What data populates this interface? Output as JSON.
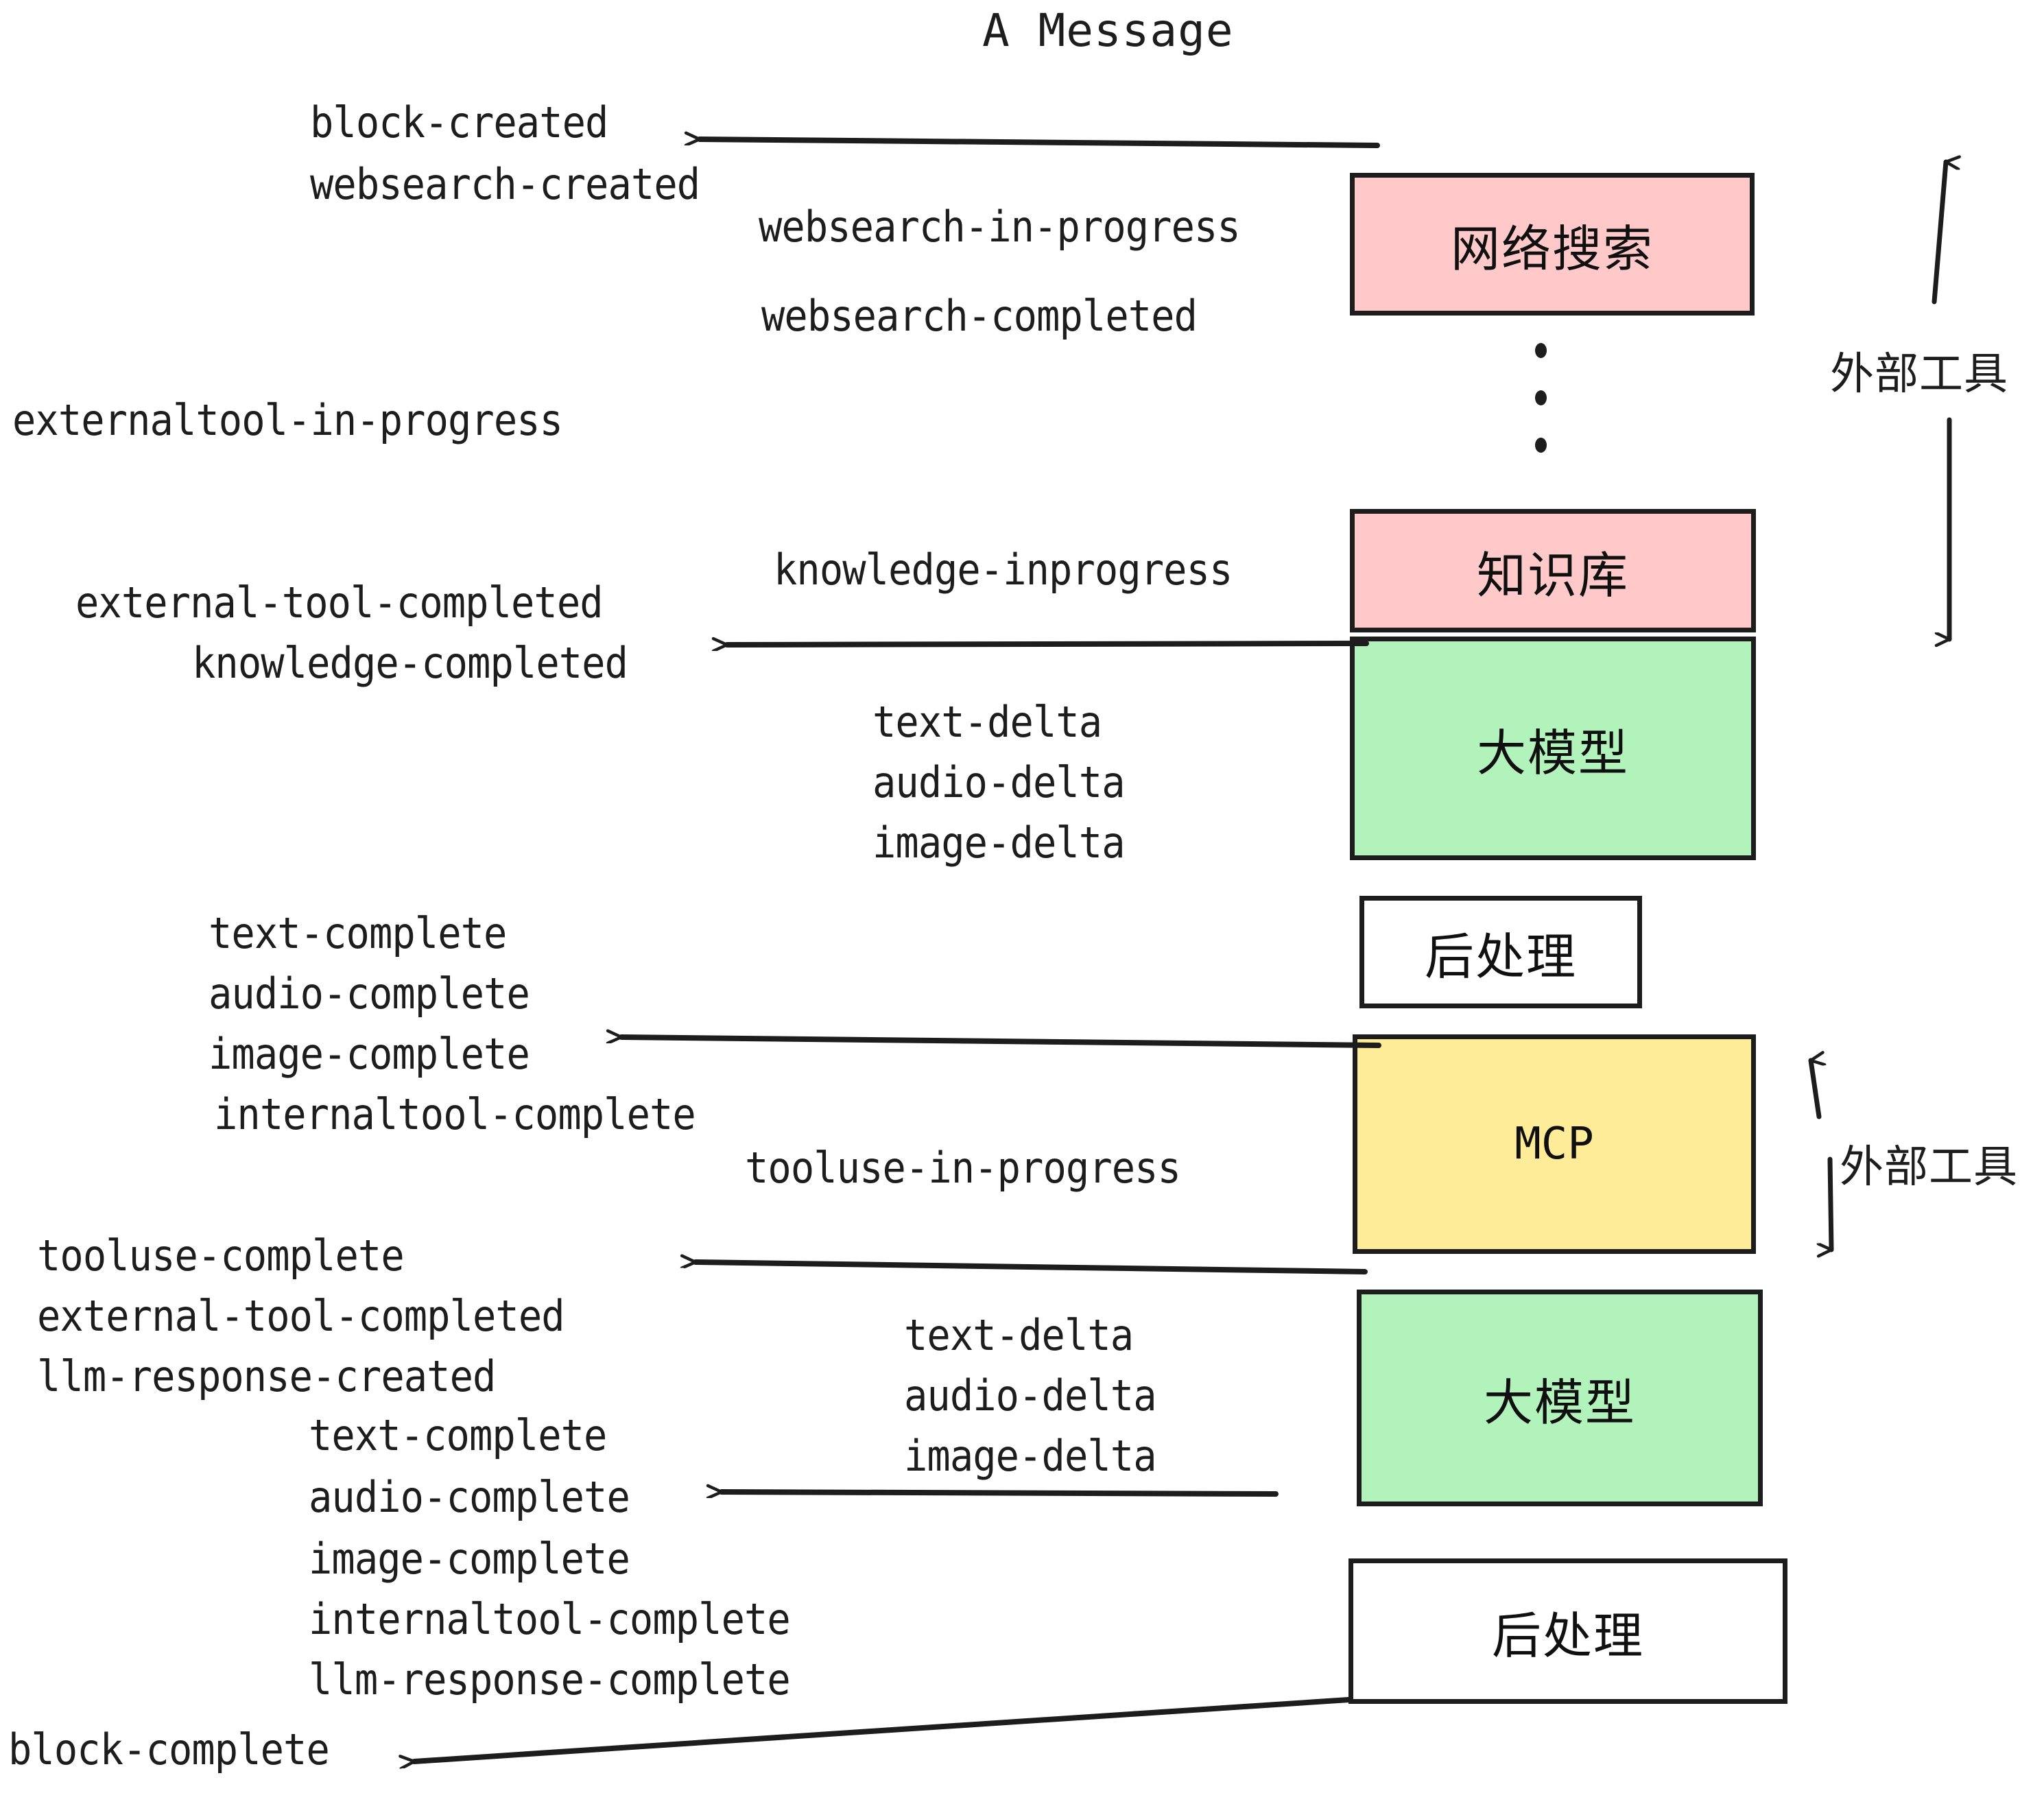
{
  "title": "A Message",
  "colors": {
    "pink": "#ffc9c9",
    "green": "#b2f2bb",
    "yellow": "#ffec99",
    "white": "#ffffff",
    "stroke": "#1d1d1d"
  },
  "nodes": {
    "websearch": "网络搜索",
    "knowledge": "知识库",
    "llm_first": "大模型",
    "postprocess_first": "后处理",
    "mcp": "MCP",
    "llm_second": "大模型",
    "postprocess_second": "后处理"
  },
  "side_labels": {
    "external_tool_top": "外部工具",
    "external_tool_bottom": "外部工具"
  },
  "events": {
    "block_created": "block-created",
    "websearch_created": "websearch-created",
    "websearch_in_progress": "websearch-in-progress",
    "websearch_completed": "websearch-completed",
    "externaltool_in_progress": "externaltool-in-progress",
    "knowledge_inprogress": "knowledge-inprogress",
    "external_tool_completed_1": "external-tool-completed",
    "knowledge_completed": "knowledge-completed",
    "text_delta_1": "text-delta",
    "audio_delta_1": "audio-delta",
    "image_delta_1": "image-delta",
    "text_complete_1": "text-complete",
    "audio_complete_1": "audio-complete",
    "image_complete_1": "image-complete",
    "internaltool_complete_1": "internaltool-complete",
    "tooluse_in_progress": "tooluse-in-progress",
    "tooluse_complete": "tooluse-complete",
    "external_tool_completed_2": "external-tool-completed",
    "llm_response_created": "llm-response-created",
    "text_delta_2": "text-delta",
    "audio_delta_2": "audio-delta",
    "image_delta_2": "image-delta",
    "text_complete_2": "text-complete",
    "audio_complete_2": "audio-complete",
    "image_complete_2": "image-complete",
    "internaltool_complete_2": "internaltool-complete",
    "llm_response_complete": "llm-response-complete",
    "block_complete": "block-complete"
  }
}
